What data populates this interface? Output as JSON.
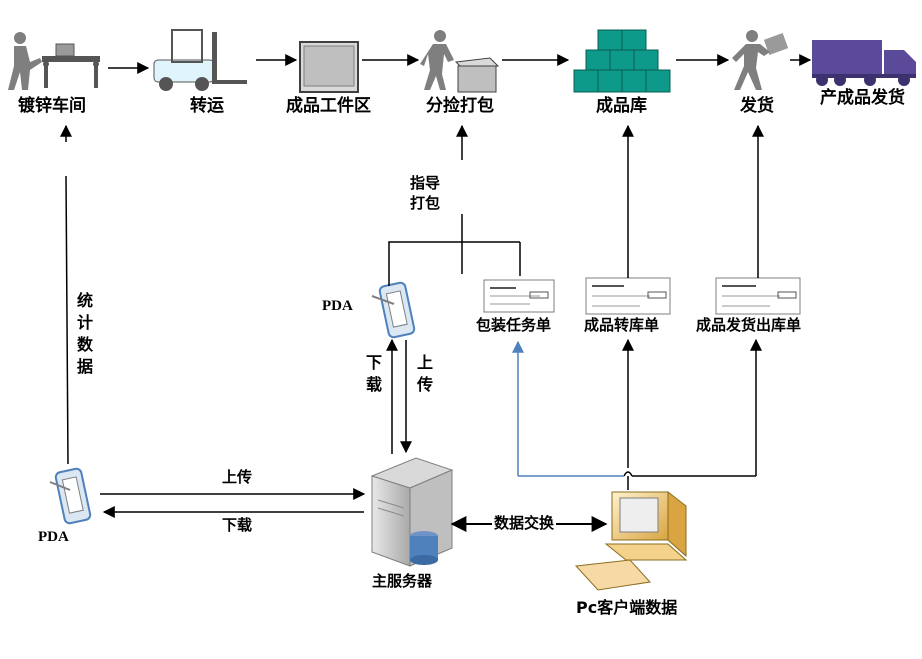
{
  "process": {
    "galvanizing": "镀锌车间",
    "transport": "转运",
    "finished_area": "成品工件区",
    "sort_pack": "分捡打包",
    "warehouse": "成品库",
    "shipping": "发货",
    "shipped": "产成品发货"
  },
  "guide_pack": {
    "line1": "指导",
    "line2": "打包"
  },
  "stats_data": "统计数据",
  "pda_top": "PDA",
  "pda_bottom": "PDA",
  "download_vertical": "下载",
  "upload_vertical": "上传",
  "docs": {
    "packing_task": "包装任务单",
    "transfer_order": "成品转库单",
    "outbound_order": "成品发货出库单"
  },
  "upload_h": "上传",
  "download_h": "下载",
  "data_exchange": "数据交换",
  "main_server": "主服务器",
  "pc_client": "Pc客户端数据",
  "colors": {
    "arrow": "#000000",
    "blue_arrow": "#4f81bd",
    "warehouse_box": "#0e9a8a",
    "truck": "#5b4a9a",
    "worker": "#7f7f7f"
  }
}
